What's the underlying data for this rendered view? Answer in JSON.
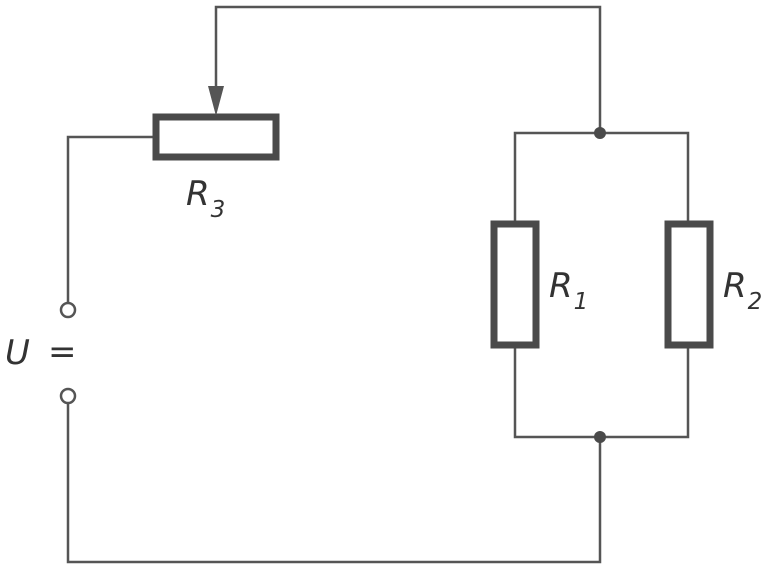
{
  "diagram": {
    "labels": {
      "r3": {
        "main": "R",
        "sub": "3"
      },
      "r1": {
        "main": "R",
        "sub": "1"
      },
      "r2": {
        "main": "R",
        "sub": "2"
      },
      "source": {
        "main": "U",
        "symbol": "="
      }
    },
    "colors": {
      "wire": "#555555",
      "resistor_border": "#4a4a4a",
      "text": "#333333",
      "background": "#ffffff"
    }
  }
}
